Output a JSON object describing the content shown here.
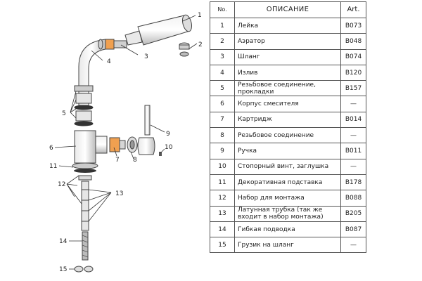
{
  "table": {
    "headers": {
      "no": "No.",
      "description": "ОПИСАНИЕ",
      "art": "Art."
    },
    "rows": [
      {
        "no": "1",
        "description": "Лейка",
        "art": "B073"
      },
      {
        "no": "2",
        "description": "Аэратор",
        "art": "B048"
      },
      {
        "no": "3",
        "description": "Шланг",
        "art": "B074"
      },
      {
        "no": "4",
        "description": "Излив",
        "art": "B120"
      },
      {
        "no": "5",
        "description": "Резьбовое соединение, прокладки",
        "art": "B157"
      },
      {
        "no": "6",
        "description": "Корпус смесителя",
        "art": "—"
      },
      {
        "no": "7",
        "description": "Картридж",
        "art": "B014"
      },
      {
        "no": "8",
        "description": "Резьбовое соединение",
        "art": "—"
      },
      {
        "no": "9",
        "description": "Ручка",
        "art": "B011"
      },
      {
        "no": "10",
        "description": "Стопорный винт, заглушка",
        "art": "—"
      },
      {
        "no": "11",
        "description": "Декоративная подставка",
        "art": "B178"
      },
      {
        "no": "12",
        "description": "Набор для монтажа",
        "art": "B088"
      },
      {
        "no": "13",
        "description": "Латунная трубка (так же входит в набор монтажа)",
        "art": "B205"
      },
      {
        "no": "14",
        "description": "Гибкая подводка",
        "art": "B087"
      },
      {
        "no": "15",
        "description": "Грузик на шланг",
        "art": "—"
      }
    ]
  },
  "callouts": [
    "1",
    "2",
    "3",
    "4",
    "5",
    "6",
    "7",
    "8",
    "9",
    "10",
    "11",
    "12",
    "13",
    "14",
    "15"
  ]
}
